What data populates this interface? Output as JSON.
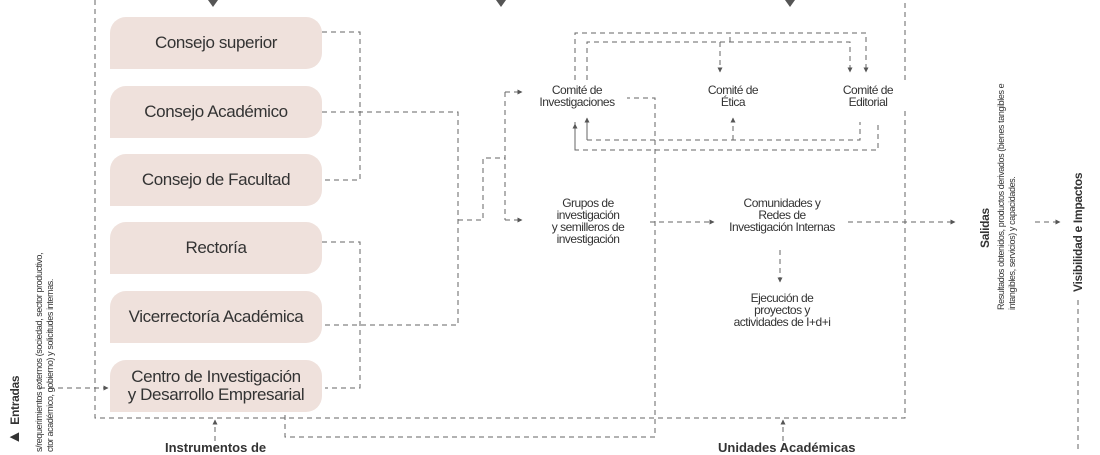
{
  "boxes": {
    "consejo_superior": "Consejo superior",
    "consejo_academico": "Consejo Académico",
    "consejo_facultad": "Consejo de Facultad",
    "rectoria": "Rectoría",
    "vicerrectoria": "Vicerrectoría Académica",
    "centro_line1": "Centro de Investigación",
    "centro_line2": "y Desarrollo Empresarial"
  },
  "committees": {
    "investigaciones_line1": "Comité de",
    "investigaciones_line2": "Investigaciones",
    "etica_line1": "Comité de",
    "etica_line2": "Ética",
    "editorial_line1": "Comité de",
    "editorial_line2": "Editorial"
  },
  "process": {
    "grupos_line1": "Grupos de",
    "grupos_line2": "investigación",
    "grupos_line3": "y semilleros de",
    "grupos_line4": "investigación",
    "comunidades_line1": "Comunidades y",
    "comunidades_line2": "Redes de",
    "comunidades_line3": "Investigación Internas",
    "ejecucion_line1": "Ejecución de",
    "ejecucion_line2": "proyectos y",
    "ejecucion_line3": "actividades de I+d+i"
  },
  "entradas": {
    "title": "Entradas",
    "desc_line1": "s/requerimientos externos (sociedad, sector productivo,",
    "desc_line2": "ctor académico, gobierno) y solicitudes internas."
  },
  "salidas": {
    "title": "Salidas",
    "desc_line1": "Resultados obtenidos, productos derivados (bienes tangibles e",
    "desc_line2": "intangibles, servicios) y capacidades."
  },
  "visibilidad": {
    "title": "Visibilidad e Impactos"
  },
  "bottom": {
    "instrumentos": "Instrumentos de",
    "unidades": "Unidades Académicas"
  }
}
